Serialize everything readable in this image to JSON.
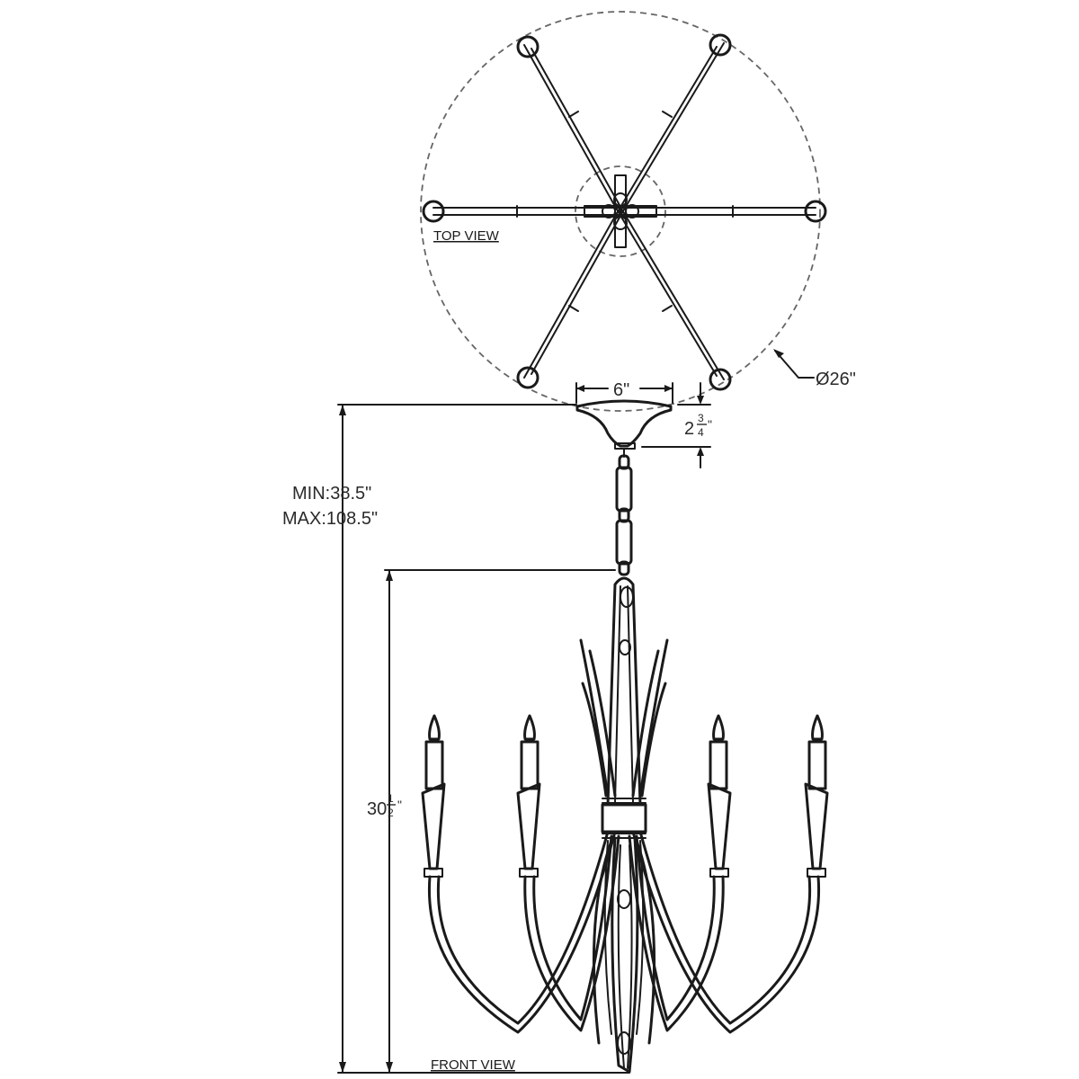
{
  "top_view": {
    "title": "TOP VIEW",
    "diameter": "Ø26\""
  },
  "canopy": {
    "width": "6\"",
    "height_whole": "2",
    "height_num": "3",
    "height_den": "4",
    "height_unit": "\""
  },
  "overall": {
    "min": "MIN:38.5\"",
    "max": "MAX:108.5\""
  },
  "body": {
    "height_whole": "30",
    "height_num": "1",
    "height_den": "2",
    "height_unit": "\""
  },
  "front_view": {
    "title": "FRONT VIEW"
  }
}
